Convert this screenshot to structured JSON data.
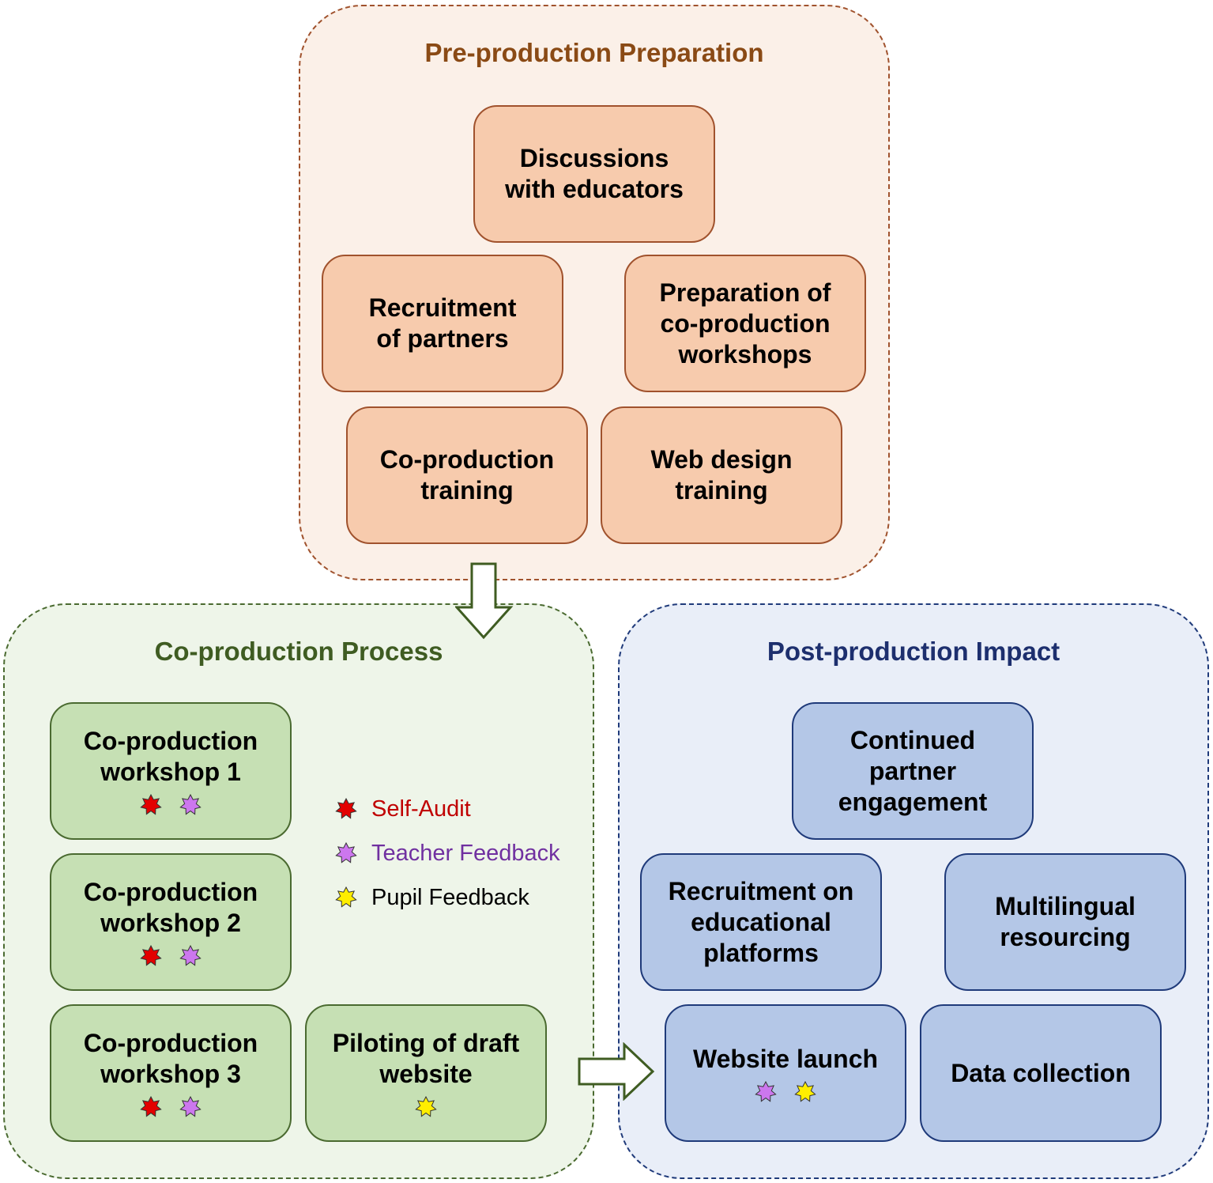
{
  "colors": {
    "self_audit": "#e30000",
    "teacher_feedback": "#cc77ee",
    "pupil_feedback": "#ffee00",
    "star_stroke": "#333333"
  },
  "pre_production": {
    "title": "Pre-production Preparation",
    "boxes": [
      {
        "label": "Discussions\nwith educators",
        "stars": []
      },
      {
        "label": "Recruitment\nof partners",
        "stars": []
      },
      {
        "label": "Preparation of\nco-production\nworkshops",
        "stars": []
      },
      {
        "label": "Co-production\ntraining",
        "stars": []
      },
      {
        "label": "Web design\ntraining",
        "stars": []
      }
    ]
  },
  "co_production": {
    "title": "Co-production Process",
    "boxes": [
      {
        "label": "Co-production\nworkshop 1",
        "stars": [
          "self_audit",
          "teacher_feedback"
        ]
      },
      {
        "label": "Co-production\nworkshop 2",
        "stars": [
          "self_audit",
          "teacher_feedback"
        ]
      },
      {
        "label": "Co-production\nworkshop 3",
        "stars": [
          "self_audit",
          "teacher_feedback"
        ]
      },
      {
        "label": "Piloting of draft\nwebsite",
        "stars": [
          "pupil_feedback"
        ]
      }
    ]
  },
  "post_production": {
    "title": "Post-production Impact",
    "boxes": [
      {
        "label": "Continued\npartner\nengagement",
        "stars": []
      },
      {
        "label": "Recruitment on\neducational\nplatforms",
        "stars": []
      },
      {
        "label": "Multilingual\nresourcing",
        "stars": []
      },
      {
        "label": "Website launch",
        "stars": [
          "teacher_feedback",
          "pupil_feedback"
        ]
      },
      {
        "label": "Data collection",
        "stars": []
      }
    ]
  },
  "legend": [
    {
      "key": "self_audit",
      "label": "Self-Audit",
      "text_color": "#c00000"
    },
    {
      "key": "teacher_feedback",
      "label": "Teacher Feedback",
      "text_color": "#7030a0"
    },
    {
      "key": "pupil_feedback",
      "label": "Pupil Feedback",
      "text_color": "#000000"
    }
  ]
}
